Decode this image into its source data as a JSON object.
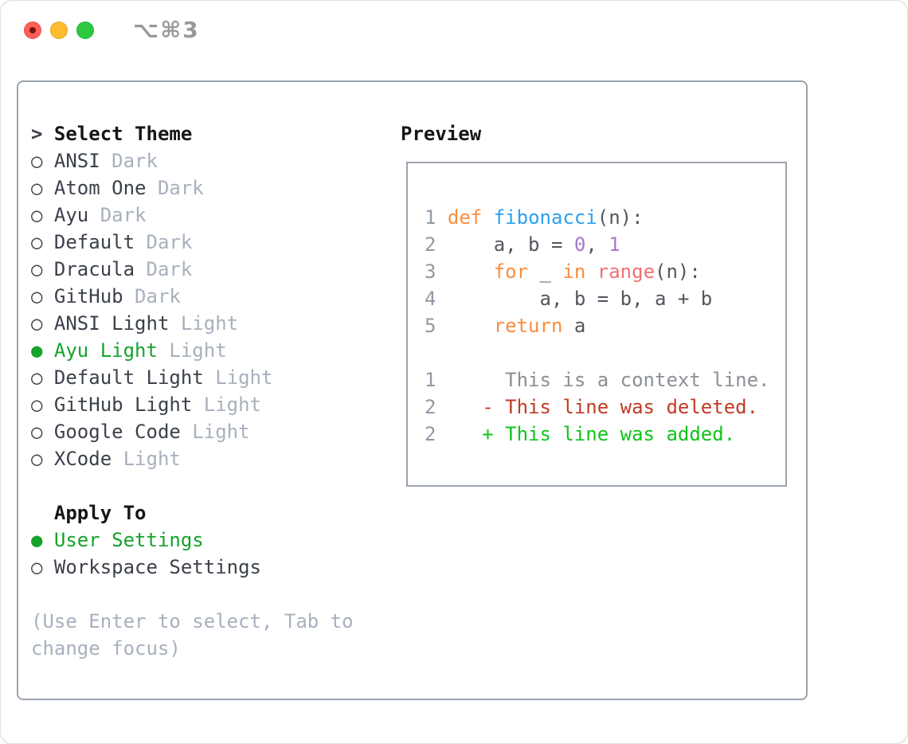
{
  "window": {
    "shortcut": "⌥⌘3"
  },
  "icons": {
    "radio": "○",
    "radio_selected": "●",
    "prompt": "> ",
    "header_indent": "  "
  },
  "colors": {
    "selection_green": "#15a32b",
    "diff_added_green": "#0fc41b",
    "diff_deleted_red": "#c23a25",
    "keyword_orange": "#fa8d3e",
    "function_blue": "#2aa0f2",
    "constant_purple": "#a37acc",
    "call_coral": "#f07171",
    "code_foreground": "#52575e",
    "muted_gray": "#a7b0bd",
    "line_number_gray": "#8f99a5",
    "panel_border": "#9aa3ae",
    "traffic_red": "#ff5f57",
    "traffic_yellow": "#febc2e",
    "traffic_green": "#2bc840"
  },
  "theme_panel": {
    "title": "Select Theme",
    "themes": [
      {
        "name": "ANSI",
        "variant": "Dark",
        "selected": false
      },
      {
        "name": "Atom One",
        "variant": "Dark",
        "selected": false
      },
      {
        "name": "Ayu",
        "variant": "Dark",
        "selected": false
      },
      {
        "name": "Default",
        "variant": "Dark",
        "selected": false
      },
      {
        "name": "Dracula",
        "variant": "Dark",
        "selected": false
      },
      {
        "name": "GitHub",
        "variant": "Dark",
        "selected": false
      },
      {
        "name": "ANSI Light",
        "variant": "Light",
        "selected": false
      },
      {
        "name": "Ayu Light",
        "variant": "Light",
        "selected": true
      },
      {
        "name": "Default Light",
        "variant": "Light",
        "selected": false
      },
      {
        "name": "GitHub Light",
        "variant": "Light",
        "selected": false
      },
      {
        "name": "Google Code",
        "variant": "Light",
        "selected": false
      },
      {
        "name": "XCode",
        "variant": "Light",
        "selected": false
      }
    ],
    "apply_to": {
      "title": "Apply To",
      "options": [
        {
          "label": "User Settings",
          "selected": true
        },
        {
          "label": "Workspace Settings",
          "selected": false
        }
      ]
    },
    "hint_lines": [
      "(Use Enter to select, Tab to",
      "change focus)"
    ]
  },
  "preview": {
    "title": "Preview",
    "lines": [
      {
        "no": "1",
        "kind": "code",
        "tokens": [
          {
            "t": "def",
            "c": "kw"
          },
          {
            "t": " ",
            "c": "fg"
          },
          {
            "t": "fibonacci",
            "c": "fn"
          },
          {
            "t": "(n):",
            "c": "fg"
          }
        ]
      },
      {
        "no": "2",
        "kind": "code",
        "tokens": [
          {
            "t": "    a, b = ",
            "c": "fg"
          },
          {
            "t": "0",
            "c": "num"
          },
          {
            "t": ", ",
            "c": "fg"
          },
          {
            "t": "1",
            "c": "num"
          }
        ]
      },
      {
        "no": "3",
        "kind": "code",
        "tokens": [
          {
            "t": "    ",
            "c": "fg"
          },
          {
            "t": "for",
            "c": "kw"
          },
          {
            "t": " _ ",
            "c": "fg"
          },
          {
            "t": "in",
            "c": "kw"
          },
          {
            "t": " ",
            "c": "fg"
          },
          {
            "t": "range",
            "c": "call"
          },
          {
            "t": "(n):",
            "c": "fg"
          }
        ]
      },
      {
        "no": "4",
        "kind": "code",
        "tokens": [
          {
            "t": "        a, b = b, a + b",
            "c": "fg"
          }
        ]
      },
      {
        "no": "5",
        "kind": "code",
        "tokens": [
          {
            "t": "    ",
            "c": "fg"
          },
          {
            "t": "return",
            "c": "kw"
          },
          {
            "t": " a",
            "c": "fg"
          }
        ]
      },
      {
        "no": "",
        "kind": "blank",
        "tokens": []
      },
      {
        "no": "1",
        "kind": "context",
        "tokens": [
          {
            "t": "     This is a context line.",
            "c": "ctx"
          }
        ]
      },
      {
        "no": "2",
        "kind": "deleted",
        "tokens": [
          {
            "t": "   - This line was deleted.",
            "c": "del"
          }
        ]
      },
      {
        "no": "2",
        "kind": "added",
        "tokens": [
          {
            "t": "   + This line was added.",
            "c": "add"
          }
        ]
      }
    ]
  }
}
